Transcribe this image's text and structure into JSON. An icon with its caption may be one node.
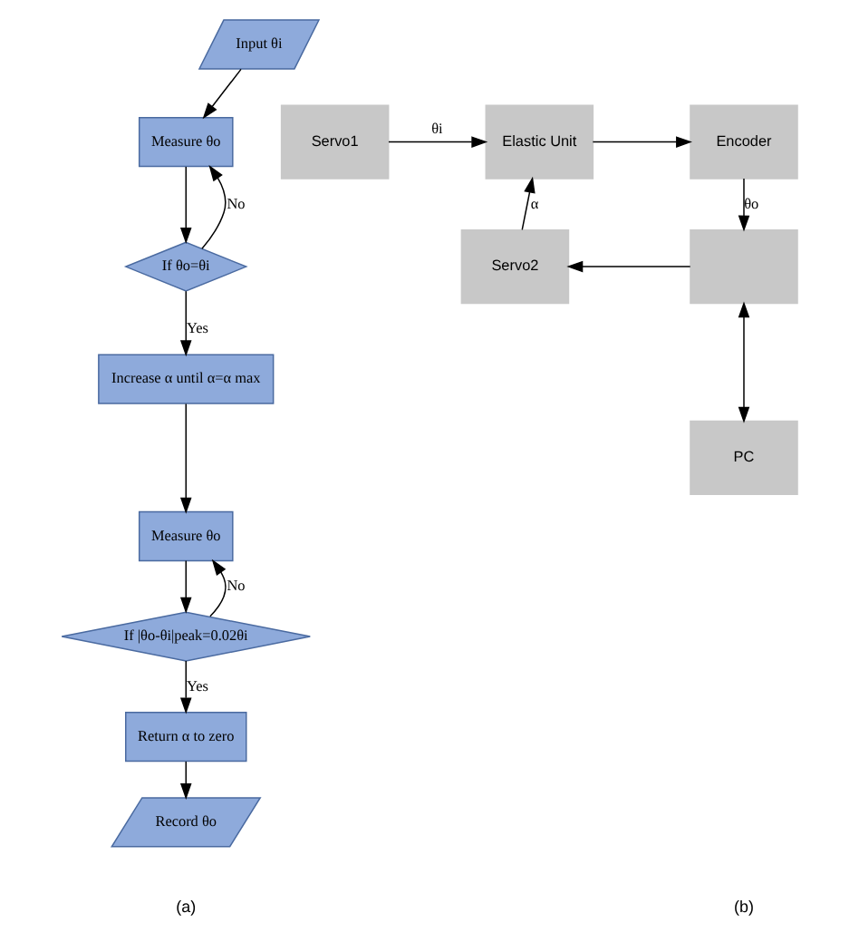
{
  "diagram": {
    "nodes": [
      {
        "text": [
          "Input θi"
        ]
      },
      {
        "text": [
          "Measure θo"
        ]
      },
      {
        "text": [
          "If θo=θi"
        ]
      },
      {
        "text": [
          "Increase α until α=α max"
        ]
      },
      {
        "text": [
          "Measure θo"
        ]
      },
      {
        "text": [
          "If |θo-θi|peak=0.02θi"
        ]
      },
      {
        "text": [
          "Return α to zero"
        ]
      },
      {
        "text": [
          "Record θo"
        ]
      },
      {
        "text": [
          "Servo1"
        ]
      },
      {
        "text": [
          "Elastic Unit"
        ]
      },
      {
        "text": [
          "Encoder"
        ]
      },
      {
        "text": [
          "Servo2"
        ]
      },
      {
        "text": [],
        "shape": "box"
      },
      {
        "text": [
          "PC"
        ]
      }
    ],
    "edges": [
      {
        "from": 0,
        "to": 1,
        "arrow": "to"
      },
      {
        "from": 1,
        "to": 2,
        "arrow": "to"
      },
      {
        "from": 2,
        "to": 1,
        "arrow": "to",
        "label": "No"
      },
      {
        "from": 2,
        "to": 3,
        "arrow": "to",
        "label": "Yes"
      },
      {
        "from": 3,
        "to": 4,
        "arrow": "to"
      },
      {
        "from": 4,
        "to": 5,
        "arrow": "to"
      },
      {
        "from": 5,
        "to": 4,
        "arrow": "to",
        "label": "No"
      },
      {
        "from": 5,
        "to": 6,
        "arrow": "to",
        "label": "Yes"
      },
      {
        "from": 6,
        "to": 7,
        "arrow": "to"
      },
      {
        "from": 8,
        "to": 9,
        "arrow": "to",
        "label": "θi"
      },
      {
        "from": 9,
        "to": 10,
        "arrow": "to"
      },
      {
        "from": 10,
        "to": 12,
        "arrow": "to",
        "label": "θo"
      },
      {
        "from": 12,
        "to": 11,
        "arrow": "to"
      },
      {
        "from": 11,
        "to": 9,
        "arrow": "to",
        "label": "α"
      },
      {
        "from": 12,
        "to": 13,
        "arrow": "both"
      }
    ],
    "labels": [
      "(a)",
      "(b)"
    ]
  }
}
